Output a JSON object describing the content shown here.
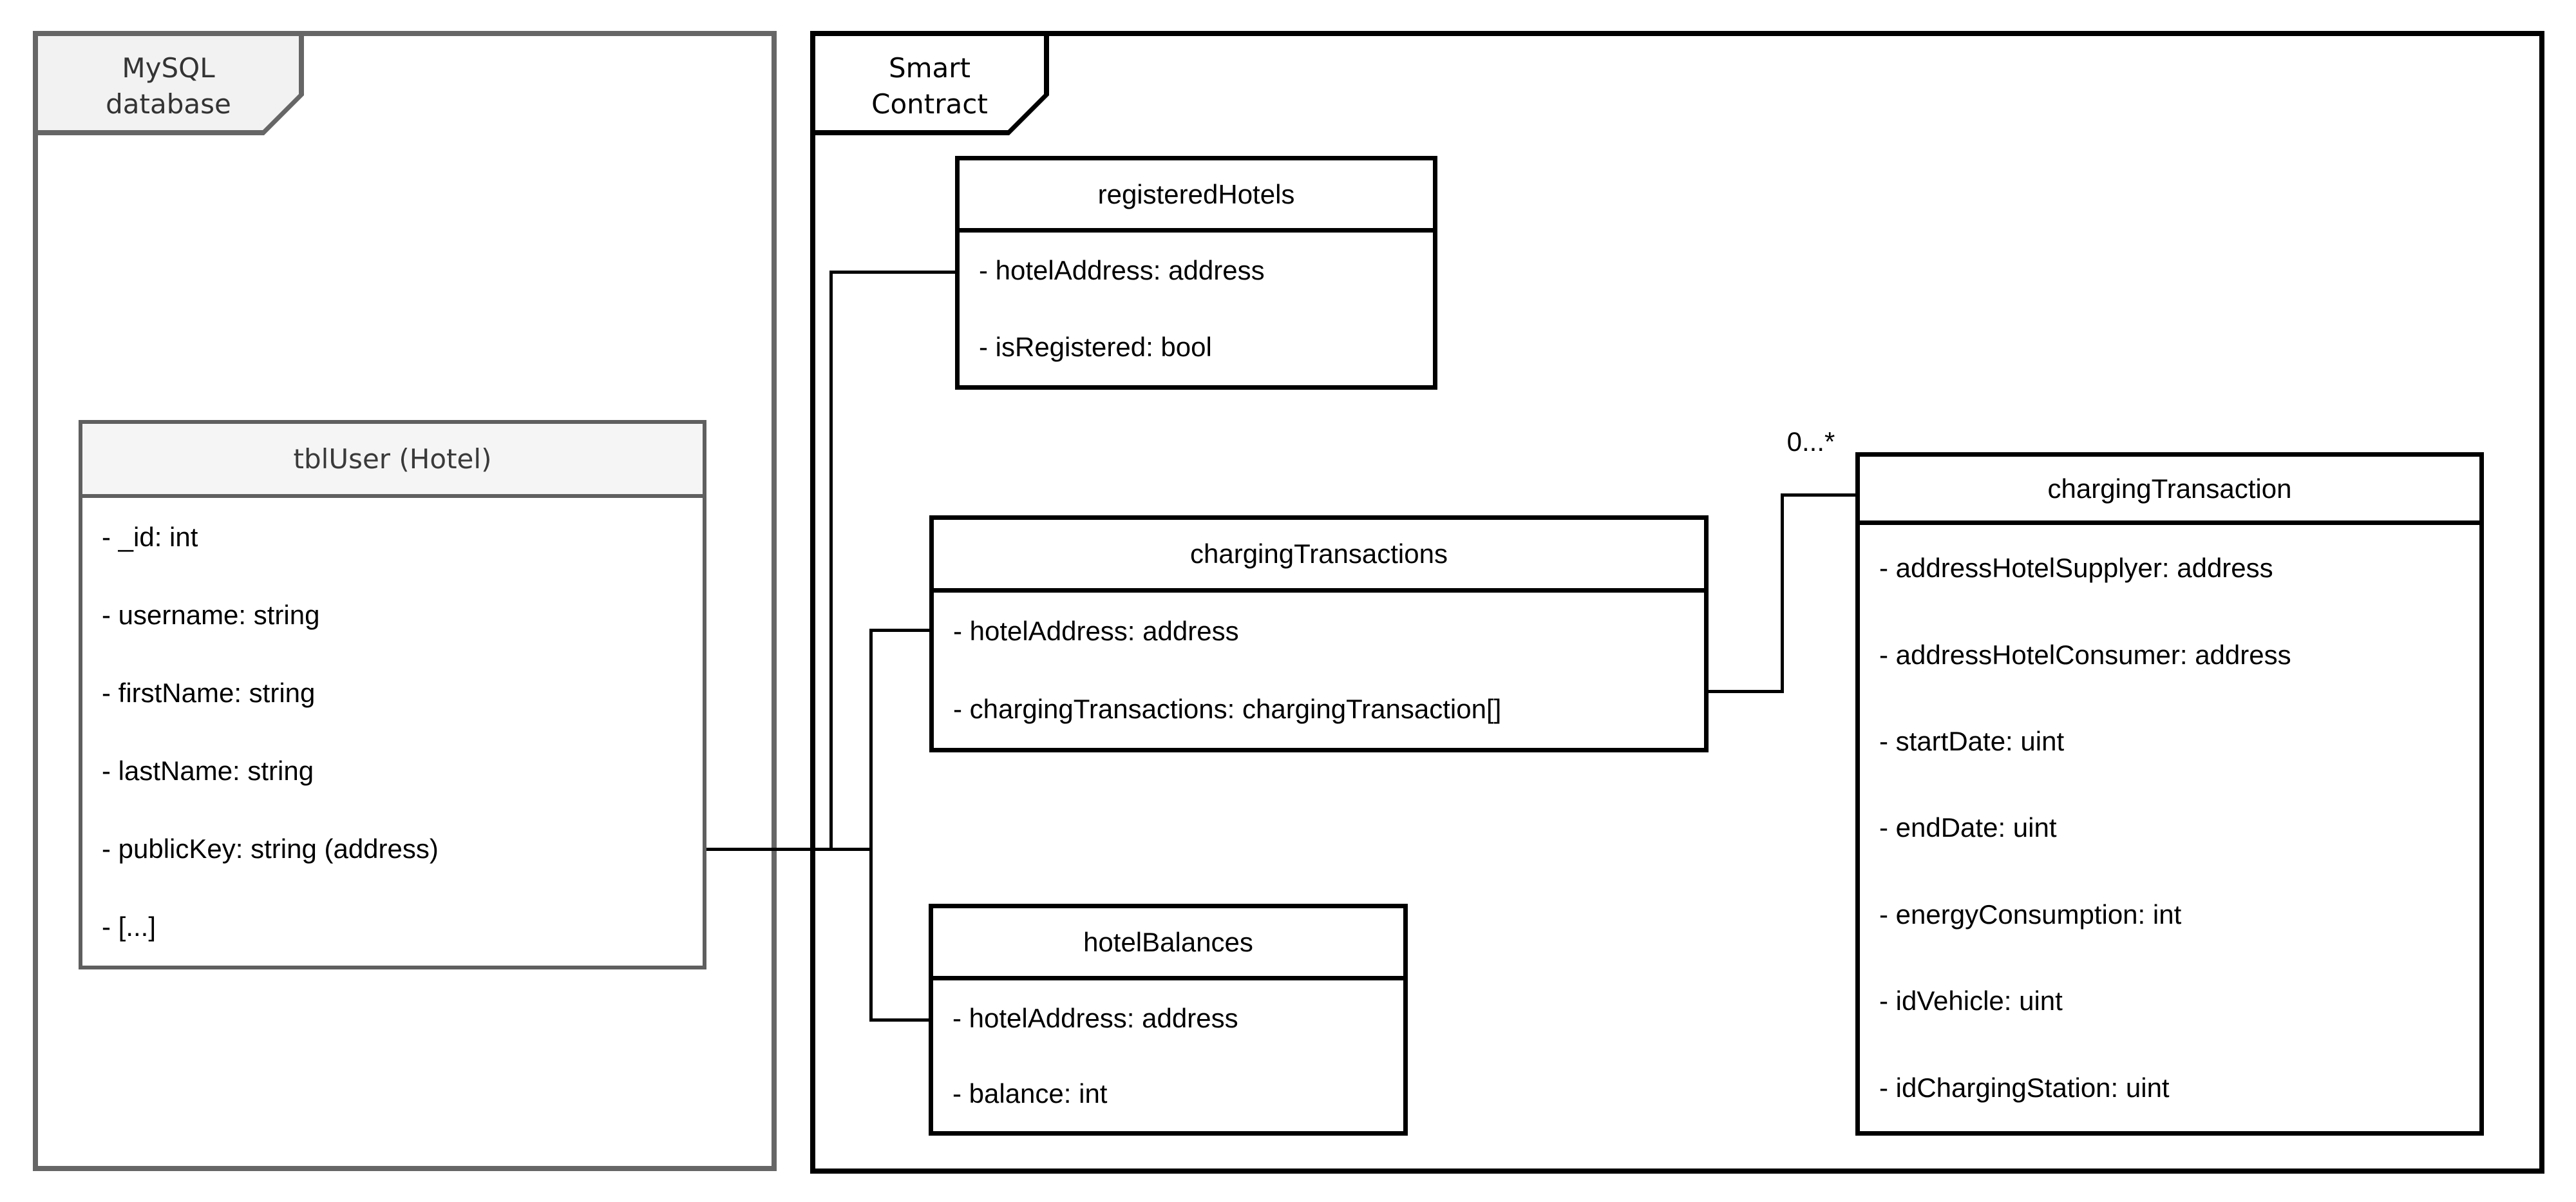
{
  "frames": {
    "mysql": {
      "label_line1": "MySQL",
      "label_line2": "database"
    },
    "smart_contract": {
      "label_line1": "Smart",
      "label_line2": "Contract"
    }
  },
  "boxes": {
    "tblUser": {
      "title": "tblUser (Hotel)",
      "attributes": [
        "- _id: int",
        "- username: string",
        "- firstName: string",
        "- lastName: string",
        "- publicKey: string (address)",
        "- [...]"
      ]
    },
    "registeredHotels": {
      "title": "registeredHotels",
      "attributes": [
        "- hotelAddress: address",
        "- isRegistered: bool"
      ]
    },
    "chargingTransactions": {
      "title": "chargingTransactions",
      "attributes": [
        "- hotelAddress: address",
        "- chargingTransactions: chargingTransaction[]"
      ]
    },
    "hotelBalances": {
      "title": "hotelBalances",
      "attributes": [
        "- hotelAddress: address",
        "- balance: int"
      ]
    },
    "chargingTransaction": {
      "title": "chargingTransaction",
      "attributes": [
        "- addressHotelSupplyer: address",
        "- addressHotelConsumer: address",
        "- startDate: uint",
        "- endDate: uint",
        "- energyConsumption: int",
        "- idVehicle: uint",
        "- idChargingStation: uint"
      ]
    }
  },
  "labels": {
    "multiplicity": "0...*"
  },
  "colors": {
    "frame_gray": "#666666",
    "frame_black": "#000000",
    "tab_fill_gray": "#f2f2f2",
    "header_fill_gray": "#f5f5f5",
    "text_dark_gray": "#333333",
    "line_black": "#000000"
  }
}
